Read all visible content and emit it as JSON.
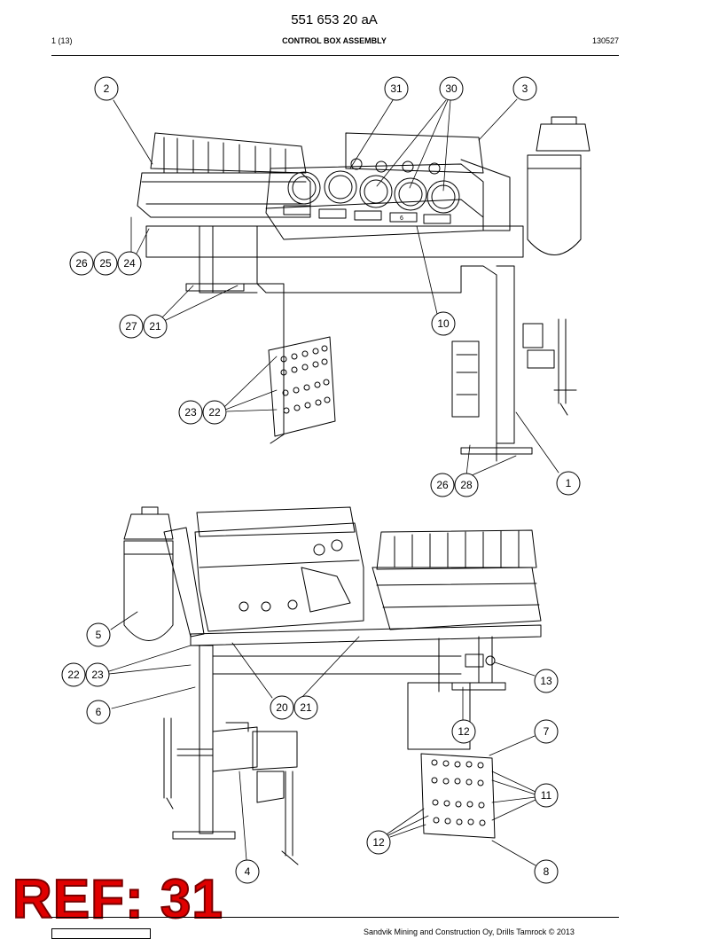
{
  "header": {
    "doc_number": "551 653 20 aA",
    "page_index": "1 (13)",
    "title": "CONTROL BOX ASSEMBLY",
    "date_code": "130527"
  },
  "callouts_upper": [
    "2",
    "31",
    "30",
    "3",
    "26",
    "25",
    "24",
    "27",
    "21",
    "10",
    "23",
    "22",
    "26",
    "28",
    "1"
  ],
  "callouts_lower": [
    "5",
    "22",
    "23",
    "13",
    "6",
    "20",
    "21",
    "7",
    "12",
    "11",
    "12",
    "4",
    "8"
  ],
  "gauge_label": "6",
  "watermark": "REF: 31",
  "footer": {
    "copyright": "Sandvik Mining and Construction Oy, Drills Tamrock © 2013"
  }
}
